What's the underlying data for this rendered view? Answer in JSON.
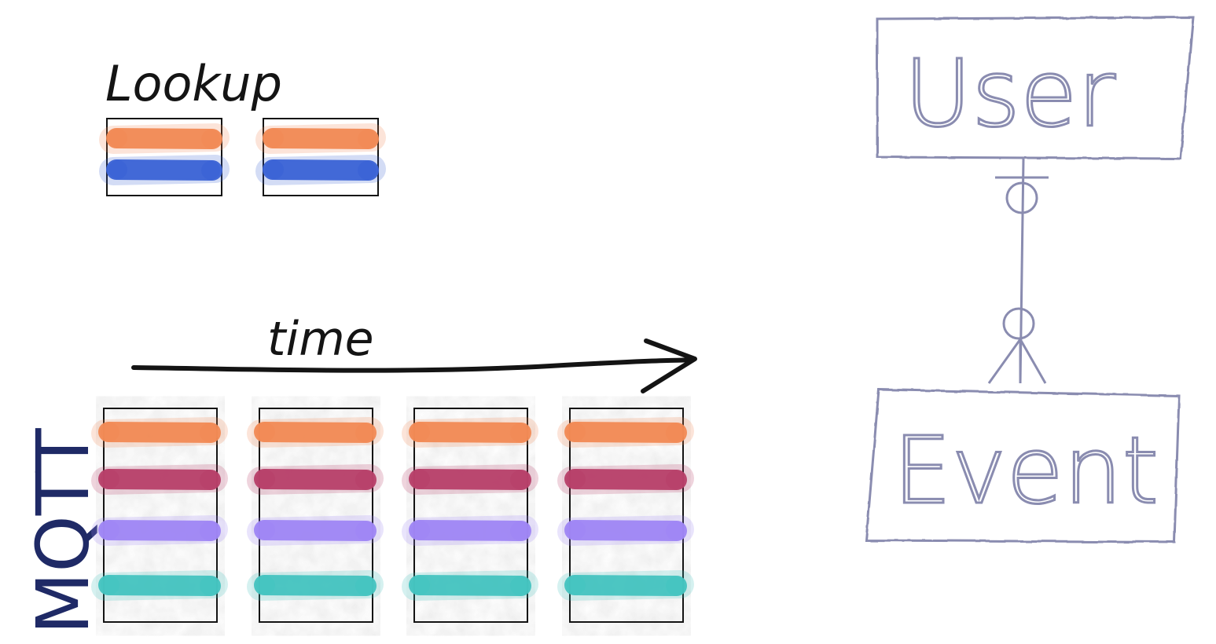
{
  "labels": {
    "lookup": "Lookup",
    "time": "time",
    "mqtt": "MQTT",
    "user": "User",
    "event": "Event"
  },
  "colors": {
    "ink": "#141414",
    "mqtt_ink": "#1f2a66",
    "pencil": "#8a8cb0",
    "lookup_bars": [
      "#f28a55",
      "#3b63d6"
    ],
    "mqtt_bars": [
      "#f28a55",
      "#b8406a",
      "#9f86f5",
      "#45c4c0"
    ]
  },
  "lookup_tables": [
    {
      "bars": [
        "orange",
        "blue"
      ]
    },
    {
      "bars": [
        "orange",
        "blue"
      ]
    }
  ],
  "mqtt_frames": [
    {
      "bars": [
        "orange",
        "crimson",
        "violet",
        "teal"
      ]
    },
    {
      "bars": [
        "orange",
        "crimson",
        "violet",
        "teal"
      ]
    },
    {
      "bars": [
        "orange",
        "crimson",
        "violet",
        "teal"
      ]
    },
    {
      "bars": [
        "orange",
        "crimson",
        "violet",
        "teal"
      ]
    }
  ],
  "relationship": {
    "from": "User",
    "to": "Event",
    "from_end": "zero-or-one",
    "to_end": "zero-or-many"
  }
}
